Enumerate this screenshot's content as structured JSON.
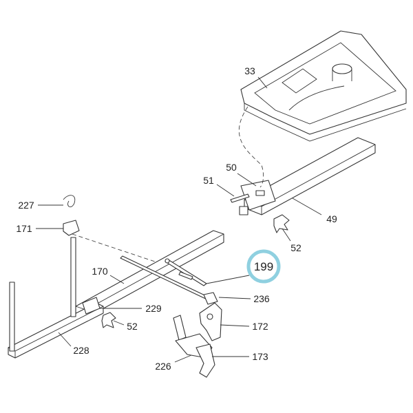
{
  "diagram": {
    "highlight_color": "#8fd0e0",
    "highlighted_part": "199",
    "callouts": [
      {
        "id": "33",
        "label": "33"
      },
      {
        "id": "50",
        "label": "50"
      },
      {
        "id": "51",
        "label": "51"
      },
      {
        "id": "49",
        "label": "49"
      },
      {
        "id": "52a",
        "label": "52"
      },
      {
        "id": "199",
        "label": "199"
      },
      {
        "id": "236",
        "label": "236"
      },
      {
        "id": "172",
        "label": "172"
      },
      {
        "id": "173",
        "label": "173"
      },
      {
        "id": "226",
        "label": "226"
      },
      {
        "id": "227",
        "label": "227"
      },
      {
        "id": "171",
        "label": "171"
      },
      {
        "id": "170",
        "label": "170"
      },
      {
        "id": "229",
        "label": "229"
      },
      {
        "id": "52b",
        "label": "52"
      },
      {
        "id": "228",
        "label": "228"
      }
    ]
  }
}
